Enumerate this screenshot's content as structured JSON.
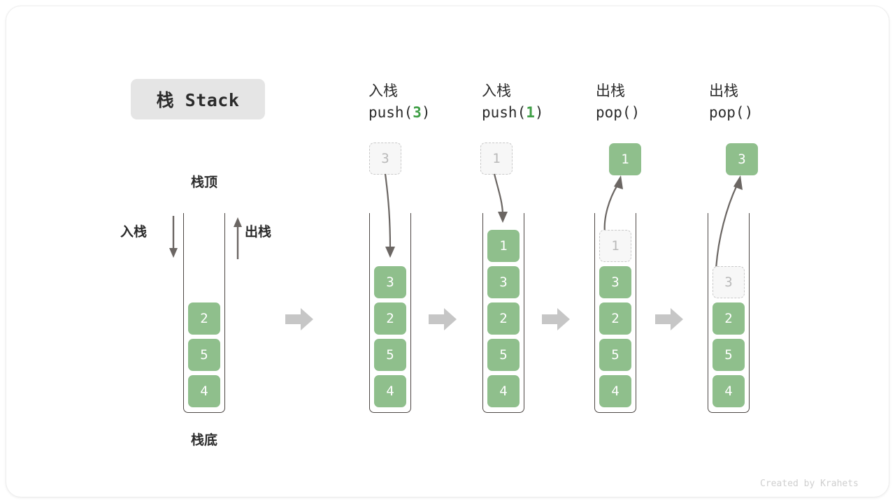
{
  "title": {
    "badge_label": "栈 Stack"
  },
  "credit": "Created by Krahets",
  "left_stack": {
    "label_top": "栈顶",
    "label_bottom": "栈底",
    "label_push": "入栈",
    "label_pop": "出栈",
    "cells": [
      "2",
      "5",
      "4"
    ]
  },
  "colors": {
    "cell_fill": "#8fbf8c",
    "cell_text": "#ffffff",
    "ghost_fill": "#f7f7f7",
    "ghost_border": "#c9c9c9",
    "ghost_text": "#b9b9b9",
    "container_stroke": "#4d4744",
    "arrow_gray": "#c6c6c6",
    "curve_arrow": "#6b6663",
    "accent_green": "#3f9f46",
    "badge_bg": "#e5e5e5"
  },
  "steps": [
    {
      "op_label": "入栈",
      "call_prefix": "push(",
      "call_arg": "3",
      "call_suffix": ")",
      "floating_cell": {
        "value": "3",
        "style": "ghost"
      },
      "direction": "push",
      "cells": [
        {
          "value": "3",
          "style": "solid"
        },
        {
          "value": "2",
          "style": "solid"
        },
        {
          "value": "5",
          "style": "solid"
        },
        {
          "value": "4",
          "style": "solid"
        }
      ]
    },
    {
      "op_label": "入栈",
      "call_prefix": "push(",
      "call_arg": "1",
      "call_suffix": ")",
      "floating_cell": {
        "value": "1",
        "style": "ghost"
      },
      "direction": "push",
      "cells": [
        {
          "value": "1",
          "style": "solid"
        },
        {
          "value": "3",
          "style": "solid"
        },
        {
          "value": "2",
          "style": "solid"
        },
        {
          "value": "5",
          "style": "solid"
        },
        {
          "value": "4",
          "style": "solid"
        }
      ]
    },
    {
      "op_label": "出栈",
      "call_prefix": "pop(",
      "call_arg": "",
      "call_suffix": ")",
      "floating_cell": {
        "value": "1",
        "style": "solid"
      },
      "direction": "pop",
      "cells": [
        {
          "value": "1",
          "style": "ghost"
        },
        {
          "value": "3",
          "style": "solid"
        },
        {
          "value": "2",
          "style": "solid"
        },
        {
          "value": "5",
          "style": "solid"
        },
        {
          "value": "4",
          "style": "solid"
        }
      ]
    },
    {
      "op_label": "出栈",
      "call_prefix": "pop(",
      "call_arg": "",
      "call_suffix": ")",
      "floating_cell": {
        "value": "3",
        "style": "solid"
      },
      "direction": "pop",
      "cells": [
        {
          "value": "",
          "style": "empty"
        },
        {
          "value": "3",
          "style": "ghost"
        },
        {
          "value": "2",
          "style": "solid"
        },
        {
          "value": "5",
          "style": "solid"
        },
        {
          "value": "4",
          "style": "solid"
        }
      ]
    }
  ]
}
